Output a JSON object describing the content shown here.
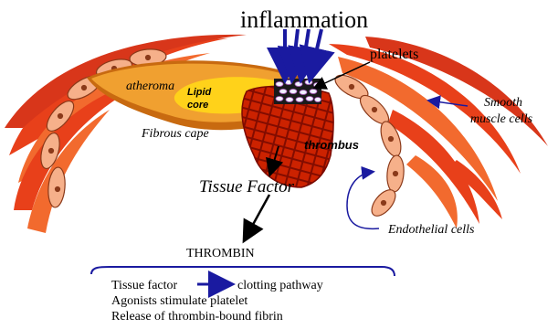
{
  "labels": {
    "inflammation": "inflammation",
    "platelets": "platelets",
    "atheroma": "atheroma",
    "lipid_core_line1": "Lipid",
    "lipid_core_line2": "core",
    "fibrous_cap": "Fibrous cape",
    "thrombus": "thrombus",
    "smooth_line1": "Smooth",
    "smooth_line2": "muscle cells",
    "tissue_factor": "Tissue Factor",
    "endothelial": "Endothelial cells",
    "thrombin": "THROMBIN"
  },
  "pathway": {
    "tissue_factor": "Tissue factor",
    "clotting": "clotting pathway",
    "line2": "Agonists stimulate platelet",
    "line3": "Release of thrombin-bound fibrin"
  },
  "colors": {
    "muscle_outer": "#e8401a",
    "muscle_light": "#f26a2e",
    "endothelial_fill": "#f6b08a",
    "endothelial_stroke": "#8b3a1a",
    "atheroma": "#f0a030",
    "atheroma_dark": "#c86a10",
    "lipid": "#ffd21a",
    "thrombus": "#cc2200",
    "thrombus_grid": "#7a0a00",
    "inflammation_arrow": "#1a1aa0",
    "pointer_arrow": "#000000"
  }
}
